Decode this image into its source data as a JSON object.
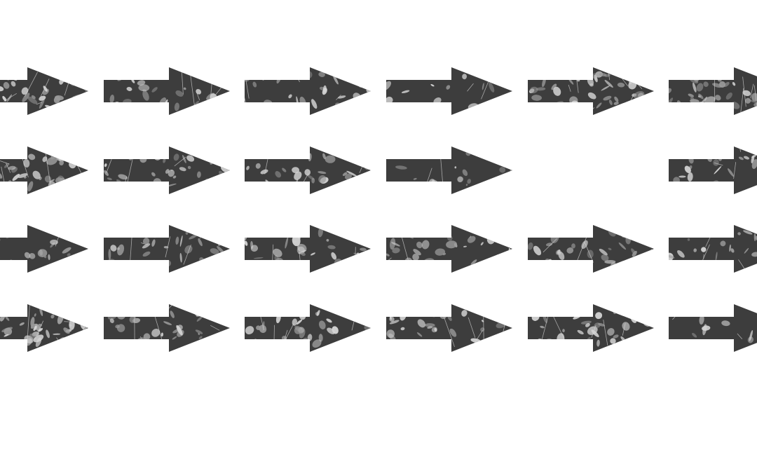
{
  "colors": {
    "background": "#ffffff",
    "arrow": "#3d3d3d",
    "grunge_light": "#d6d6d6",
    "grunge_mid": "#9a9a9a"
  },
  "icon": "grunge-right-arrow-icon",
  "grid": {
    "rows": 4,
    "columns": 6,
    "cells": [
      [
        {
          "icon": "grunge-right-arrow-icon",
          "visible": true,
          "texture": "light"
        },
        {
          "icon": "grunge-right-arrow-icon",
          "visible": true,
          "texture": "medium"
        },
        {
          "icon": "grunge-right-arrow-icon",
          "visible": true,
          "texture": "medium"
        },
        {
          "icon": "grunge-right-arrow-icon",
          "visible": true,
          "texture": "sparse"
        },
        {
          "icon": "grunge-right-arrow-icon",
          "visible": true,
          "texture": "light"
        },
        {
          "icon": "grunge-right-arrow-icon",
          "visible": true,
          "texture": "light"
        }
      ],
      [
        {
          "icon": "grunge-right-arrow-icon",
          "visible": true,
          "texture": "light"
        },
        {
          "icon": "grunge-right-arrow-icon",
          "visible": true,
          "texture": "medium"
        },
        {
          "icon": "grunge-right-arrow-icon",
          "visible": true,
          "texture": "medium"
        },
        {
          "icon": "grunge-right-arrow-icon",
          "visible": true,
          "texture": "sparse"
        },
        {
          "icon": "grunge-right-arrow-icon",
          "visible": false,
          "texture": "none"
        },
        {
          "icon": "grunge-right-arrow-icon",
          "visible": true,
          "texture": "medium"
        }
      ],
      [
        {
          "icon": "grunge-right-arrow-icon",
          "visible": true,
          "texture": "medium"
        },
        {
          "icon": "grunge-right-arrow-icon",
          "visible": true,
          "texture": "medium"
        },
        {
          "icon": "grunge-right-arrow-icon",
          "visible": true,
          "texture": "medium"
        },
        {
          "icon": "grunge-right-arrow-icon",
          "visible": true,
          "texture": "medium"
        },
        {
          "icon": "grunge-right-arrow-icon",
          "visible": true,
          "texture": "medium"
        },
        {
          "icon": "grunge-right-arrow-icon",
          "visible": true,
          "texture": "medium"
        }
      ],
      [
        {
          "icon": "grunge-right-arrow-icon",
          "visible": true,
          "texture": "light"
        },
        {
          "icon": "grunge-right-arrow-icon",
          "visible": true,
          "texture": "medium"
        },
        {
          "icon": "grunge-right-arrow-icon",
          "visible": true,
          "texture": "medium"
        },
        {
          "icon": "grunge-right-arrow-icon",
          "visible": true,
          "texture": "medium"
        },
        {
          "icon": "grunge-right-arrow-icon",
          "visible": true,
          "texture": "medium"
        },
        {
          "icon": "grunge-right-arrow-icon",
          "visible": true,
          "texture": "sparse"
        }
      ]
    ]
  }
}
